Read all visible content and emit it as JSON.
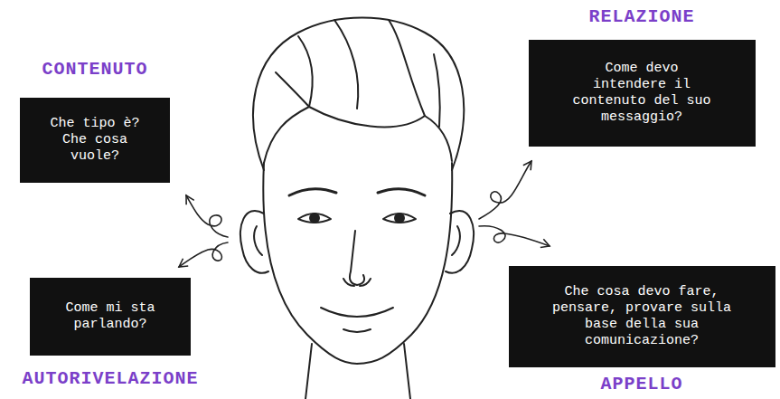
{
  "diagram": {
    "nodes": [
      {
        "text": [
          "CONTENUTO",
          "Che tipo è? Che cosa vuole?"
        ]
      },
      {
        "text": [
          "RELAZIONE",
          "Come devo intendere il contenuto del suo messaggio?"
        ]
      },
      {
        "text": [
          "AUTORIVELAZIONE",
          "Come mi sta parlando?"
        ]
      },
      {
        "text": [
          "APPELLO",
          "Che cosa devo fare, pensare, provare sulla base della sua comunicazione?"
        ]
      }
    ]
  }
}
